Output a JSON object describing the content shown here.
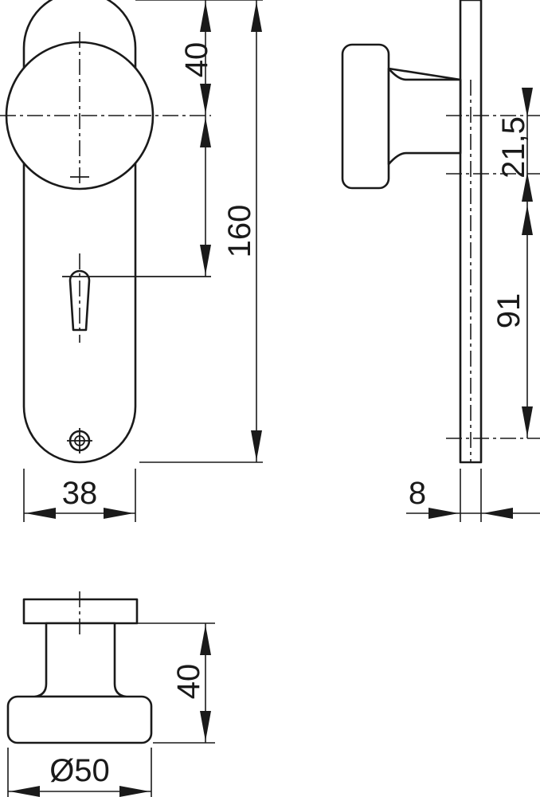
{
  "dimensions": {
    "rose_offset": "40",
    "overall_height": "160",
    "plate_width": "38",
    "knob_to_pin": "21,5",
    "pin_to_screw": "91",
    "plate_thickness": "8",
    "knob_projection": "40",
    "knob_diameter": "Ø50"
  }
}
